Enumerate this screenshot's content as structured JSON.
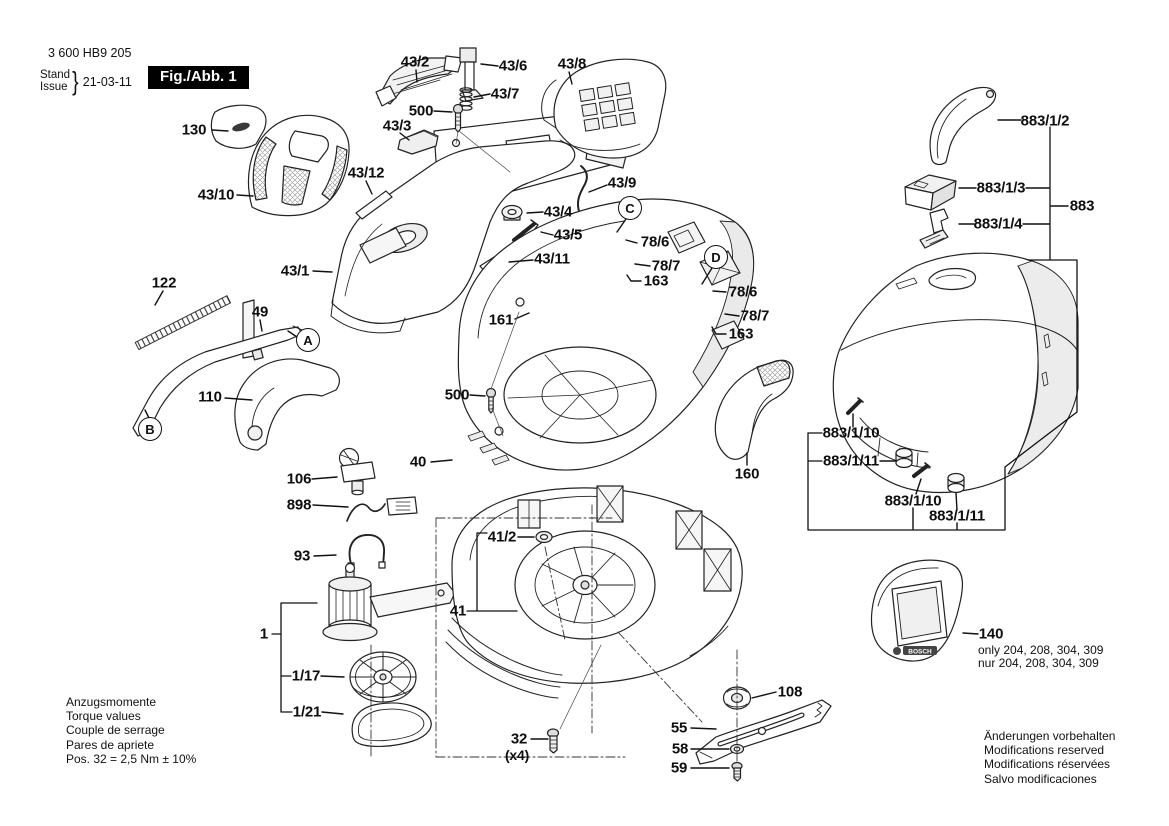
{
  "header": {
    "part_number": "3 600 HB9 205",
    "stand": "Stand",
    "issue": "Issue",
    "brace": "}",
    "date": "21-03-11",
    "figure": "Fig./Abb. 1"
  },
  "brand": {
    "name": "BOSCH"
  },
  "labels": {
    "p130": "130",
    "p43_10": "43/10",
    "p43_1": "43/1",
    "p122": "122",
    "p49": "49",
    "p110": "110",
    "p106": "106",
    "p898": "898",
    "p93": "93",
    "p1": "1",
    "p1_17": "1/17",
    "p1_21": "1/21",
    "p43_2": "43/2",
    "p43_6": "43/6",
    "p43_7": "43/7",
    "p500_top": "500",
    "p43_3": "43/3",
    "p43_12": "43/12",
    "p43_8": "43/8",
    "p43_9": "43/9",
    "p43_4": "43/4",
    "p43_5": "43/5",
    "p43_11": "43/11",
    "p78_6_c": "78/6",
    "p78_7_c": "78/7",
    "p163_c": "163",
    "p78_6_d": "78/6",
    "p78_7_d": "78/7",
    "p163_d": "163",
    "p161": "161",
    "p500_mid": "500",
    "p40": "40",
    "p160": "160",
    "p41_2": "41/2",
    "p41": "41",
    "p32": "32",
    "p32_qty": "(x4)",
    "p55": "55",
    "p58": "58",
    "p59": "59",
    "p108": "108",
    "p883_1_2": "883/1/2",
    "p883_1_3": "883/1/3",
    "p883": "883",
    "p883_1_4": "883/1/4",
    "p883_1_10a": "883/1/10",
    "p883_1_11a": "883/1/11",
    "p883_1_10b": "883/1/10",
    "p883_1_11b": "883/1/11",
    "p140": "140"
  },
  "callouts": {
    "a": "A",
    "b": "B",
    "c": "C",
    "d": "D"
  },
  "notes": {
    "torque": [
      "Anzugsmomente",
      "Torque values",
      "Couple de serrage",
      "Pares de apriete",
      "Pos. 32 = 2,5 Nm ± 10%"
    ],
    "applicability": [
      "only 204, 208, 304, 309",
      "nur 204, 208, 304, 309"
    ],
    "modifications": [
      "Änderungen vorbehalten",
      "Modifications reserved",
      "Modifications réservées",
      "Salvo modificaciones"
    ]
  }
}
